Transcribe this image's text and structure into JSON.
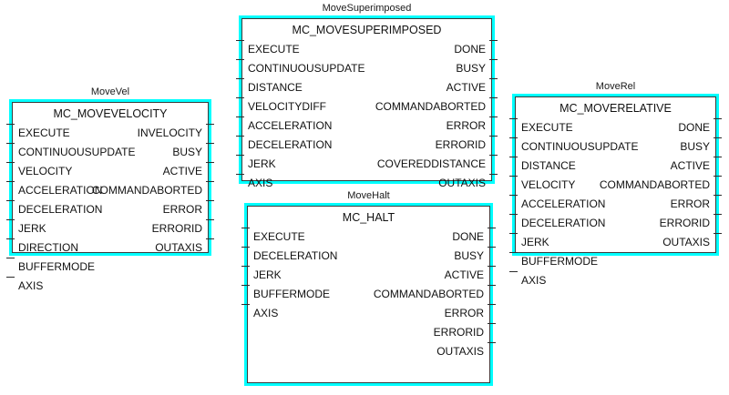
{
  "diagram": {
    "type": "plc-function-block-diagram",
    "accent_color": "#00ffff",
    "border_color": "#3a3a3a",
    "background_color": "#ffffff",
    "text_color": "#111111"
  },
  "blocks": [
    {
      "instance_name": "MoveVel",
      "type_name": "MC_MOVEVELOCITY",
      "inputs": [
        "EXECUTE",
        "CONTINUOUSUPDATE",
        "VELOCITY",
        "ACCELERATION",
        "DECELERATION",
        "JERK",
        "DIRECTION",
        "BUFFERMODE",
        "AXIS"
      ],
      "outputs": [
        "INVELOCITY",
        "BUSY",
        "ACTIVE",
        "COMMANDABORTED",
        "ERROR",
        "ERRORID",
        "OUTAXIS"
      ]
    },
    {
      "instance_name": "MoveSuperimposed",
      "type_name": "MC_MOVESUPERIMPOSED",
      "inputs": [
        "EXECUTE",
        "CONTINUOUSUPDATE",
        "DISTANCE",
        "VELOCITYDIFF",
        "ACCELERATION",
        "DECELERATION",
        "JERK",
        "AXIS"
      ],
      "outputs": [
        "DONE",
        "BUSY",
        "ACTIVE",
        "COMMANDABORTED",
        "ERROR",
        "ERRORID",
        "COVEREDDISTANCE",
        "OUTAXIS"
      ]
    },
    {
      "instance_name": "MoveRel",
      "type_name": "MC_MOVERELATIVE",
      "inputs": [
        "EXECUTE",
        "CONTINUOUSUPDATE",
        "DISTANCE",
        "VELOCITY",
        "ACCELERATION",
        "DECELERATION",
        "JERK",
        "BUFFERMODE",
        "AXIS"
      ],
      "outputs": [
        "DONE",
        "BUSY",
        "ACTIVE",
        "COMMANDABORTED",
        "ERROR",
        "ERRORID",
        "OUTAXIS"
      ]
    },
    {
      "instance_name": "MoveHalt",
      "type_name": "MC_HALT",
      "inputs": [
        "EXECUTE",
        "DECELERATION",
        "JERK",
        "BUFFERMODE",
        "AXIS"
      ],
      "outputs": [
        "DONE",
        "BUSY",
        "ACTIVE",
        "COMMANDABORTED",
        "ERROR",
        "ERRORID",
        "OUTAXIS"
      ]
    }
  ]
}
